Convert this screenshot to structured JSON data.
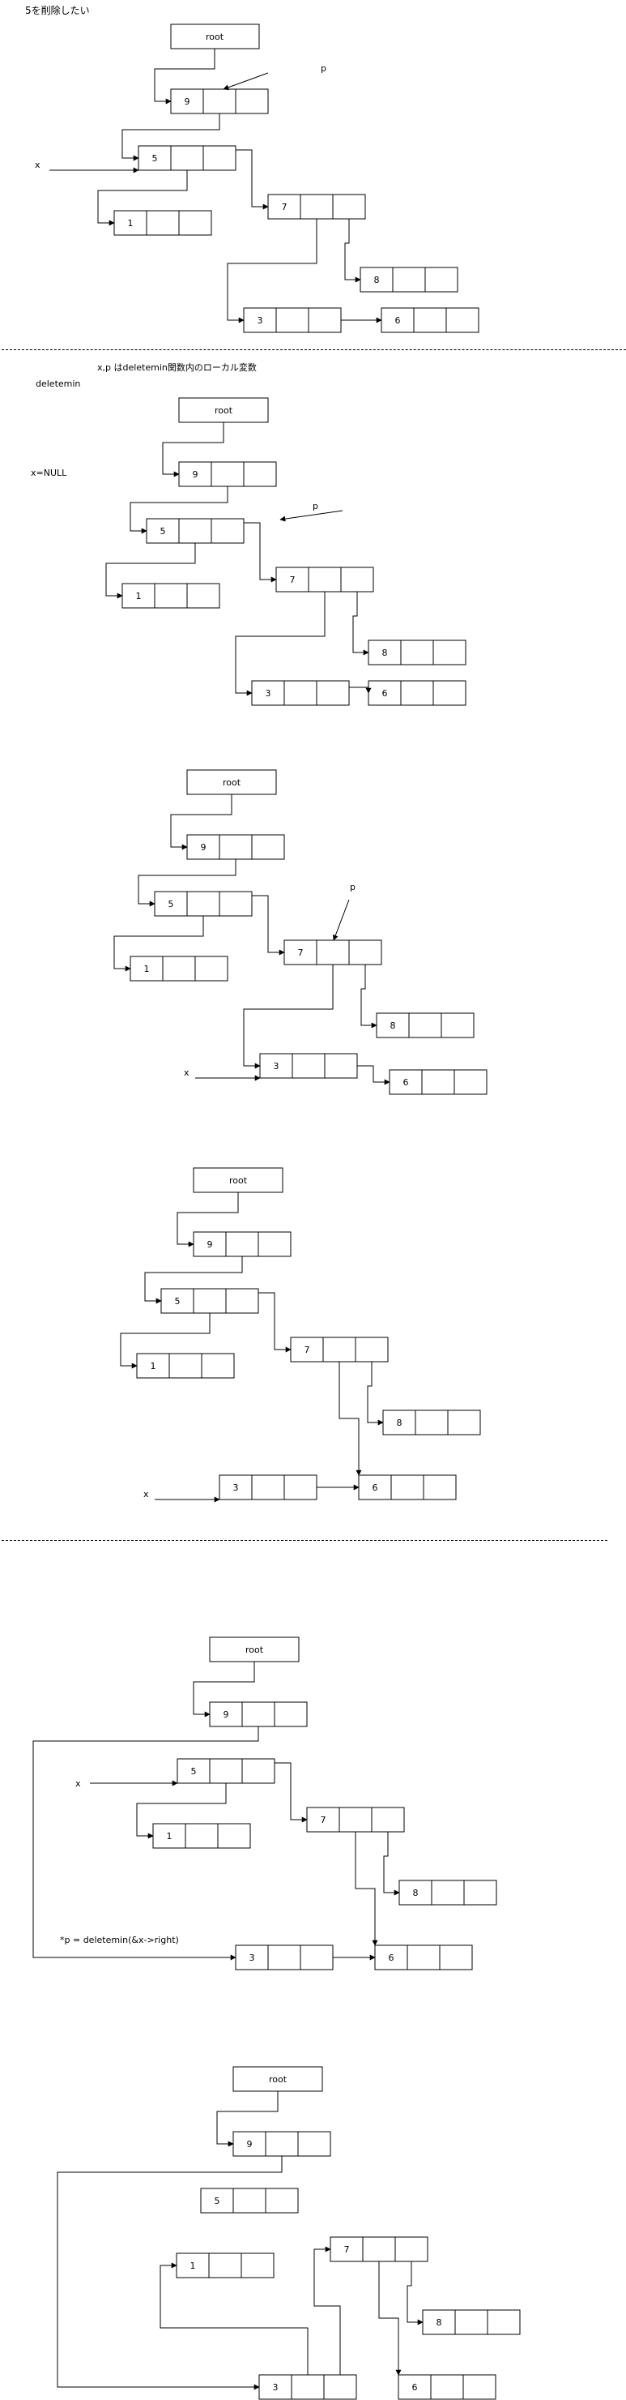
{
  "title": "5を削除したい",
  "root_label": "root",
  "var_x": "x",
  "var_p": "p",
  "section2": {
    "note_locals": "x,p はdeletemin関数内のローカル変数",
    "deletemin": "deletemin",
    "x_null": "x=NULL"
  },
  "section5": {
    "assignment": "*p = deletemin(&x->right)"
  },
  "nodes": {
    "n9": "9",
    "n5": "5",
    "n7": "7",
    "n1": "1",
    "n8": "8",
    "n3": "3",
    "n6": "6"
  },
  "colors": {
    "line": "#000000",
    "background": "#ffffff"
  }
}
